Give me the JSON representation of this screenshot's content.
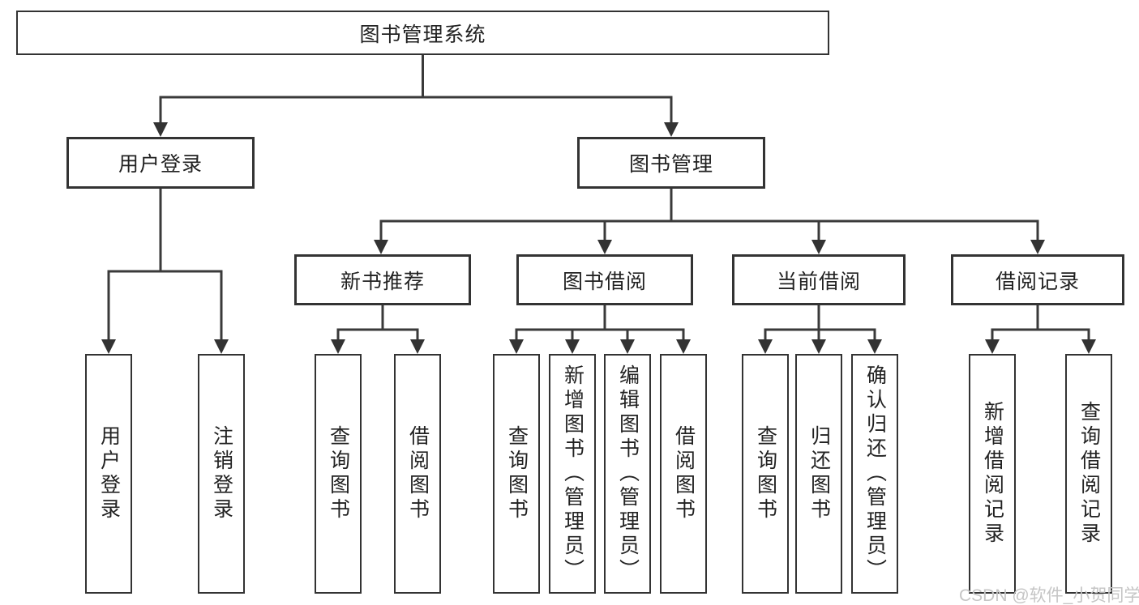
{
  "root": {
    "label": "图书管理系统"
  },
  "level2": {
    "user_login": "用户登录",
    "book_mgmt": "图书管理"
  },
  "level3": {
    "new_books": "新书推荐",
    "borrowing": "图书借阅",
    "current": "当前借阅",
    "records": "借阅记录"
  },
  "leaves": {
    "login": "用户登录",
    "logout": "注销登录",
    "nb_query": "查询图书",
    "nb_borrow": "借阅图书",
    "bb_query": "查询图书",
    "bb_add": "新增图书（管理员）",
    "bb_edit": "编辑图书（管理员）",
    "bb_borrow": "借阅图书",
    "cb_query": "查询图书",
    "cb_return": "归还图书",
    "cb_confirm": "确认归还（管理员）",
    "rec_add": "新增借阅记录",
    "rec_query": "查询借阅记录"
  },
  "watermark": "CSDN @软件_小贺同学",
  "colors": {
    "line": "#3a3a3a",
    "border": "#333333",
    "text": "#222222",
    "watermark": "#c5c5c5",
    "background": "#ffffff"
  }
}
